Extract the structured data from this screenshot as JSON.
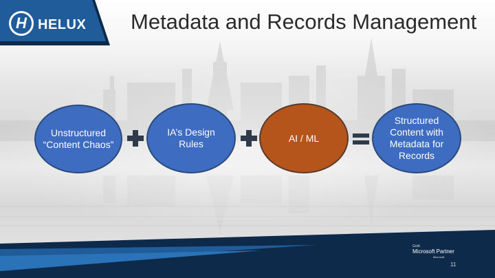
{
  "brand": {
    "logo_letter": "H",
    "name": "HELUX"
  },
  "slide": {
    "title": "Metadata and Records Management",
    "page_number": "11"
  },
  "diagram": {
    "nodes": [
      {
        "id": "unstructured",
        "label": "Unstructured “Content Chaos”",
        "color": "#3d6cc0"
      },
      {
        "id": "ia-design",
        "label": "IA’s Design Rules",
        "color": "#3d6cc0"
      },
      {
        "id": "ai-ml",
        "label": "AI / ML",
        "color": "#b5551c"
      },
      {
        "id": "structured",
        "label": "Structured Content with Metadata for Records",
        "color": "#3d6cc0"
      }
    ],
    "operators": [
      "plus",
      "plus",
      "equals"
    ],
    "operator_color": "#2f3b4a"
  },
  "partner": {
    "tier": "Gold",
    "name": "Microsoft Partner",
    "sub": "Microsoft"
  },
  "colors": {
    "brand_blue": "#1f5c99",
    "dark_navy": "#0e2a4a"
  }
}
